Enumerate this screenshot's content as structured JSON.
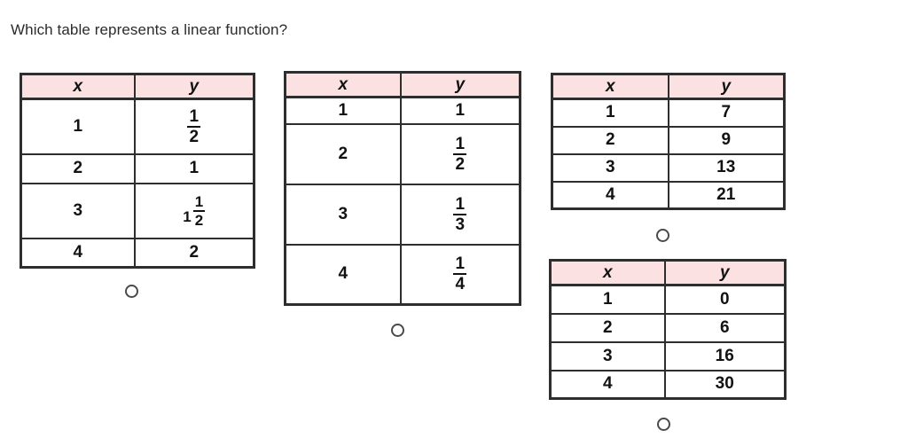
{
  "question": {
    "prompt": "Which table represents a linear function?"
  },
  "style": {
    "header_background": "#fbe1e1",
    "border_color": "#2e2e2e",
    "text_color": "#121212",
    "radio_color": "#4a4a4a",
    "page_background": "#ffffff"
  },
  "columns": {
    "x": "x",
    "y": "y"
  },
  "options": [
    {
      "id": "option-a",
      "headers": [
        "x",
        "y"
      ],
      "rows": [
        {
          "x": "1",
          "y_type": "fraction",
          "y_whole": "",
          "y_num": "1",
          "y_den": "2",
          "y_text": "1/2"
        },
        {
          "x": "2",
          "y_type": "plain",
          "y_text": "1"
        },
        {
          "x": "3",
          "y_type": "mixed",
          "y_whole": "1",
          "y_num": "1",
          "y_den": "2",
          "y_text": "1 1/2"
        },
        {
          "x": "4",
          "y_type": "plain",
          "y_text": "2"
        }
      ],
      "radio_name": "radio-option-a",
      "selected": false
    },
    {
      "id": "option-b",
      "headers": [
        "x",
        "y"
      ],
      "rows": [
        {
          "x": "1",
          "y_type": "plain",
          "y_text": "1"
        },
        {
          "x": "2",
          "y_type": "fraction",
          "y_whole": "",
          "y_num": "1",
          "y_den": "2",
          "y_text": "1/2"
        },
        {
          "x": "3",
          "y_type": "fraction",
          "y_whole": "",
          "y_num": "1",
          "y_den": "3",
          "y_text": "1/3"
        },
        {
          "x": "4",
          "y_type": "fraction",
          "y_whole": "",
          "y_num": "1",
          "y_den": "4",
          "y_text": "1/4"
        }
      ],
      "radio_name": "radio-option-b",
      "selected": false
    },
    {
      "id": "option-c",
      "headers": [
        "x",
        "y"
      ],
      "rows": [
        {
          "x": "1",
          "y_type": "plain",
          "y_text": "7"
        },
        {
          "x": "2",
          "y_type": "plain",
          "y_text": "9"
        },
        {
          "x": "3",
          "y_type": "plain",
          "y_text": "13"
        },
        {
          "x": "4",
          "y_type": "plain",
          "y_text": "21"
        }
      ],
      "radio_name": "radio-option-c",
      "selected": false
    },
    {
      "id": "option-d",
      "headers": [
        "x",
        "y"
      ],
      "rows": [
        {
          "x": "1",
          "y_type": "plain",
          "y_text": "0"
        },
        {
          "x": "2",
          "y_type": "plain",
          "y_text": "6"
        },
        {
          "x": "3",
          "y_type": "plain",
          "y_text": "16"
        },
        {
          "x": "4",
          "y_type": "plain",
          "y_text": "30"
        }
      ],
      "radio_name": "radio-option-d",
      "selected": false
    }
  ]
}
